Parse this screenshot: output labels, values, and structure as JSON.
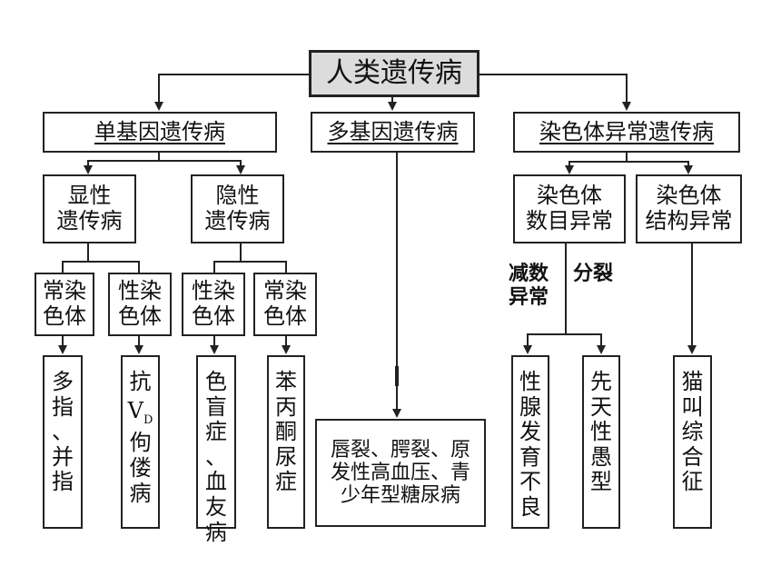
{
  "root": "人类遗传病",
  "categories": {
    "single_gene": "单基因遗传病",
    "multi_gene": "多基因遗传病",
    "chromosome": "染色体异常遗传病"
  },
  "single_gene": {
    "dominant": "显性\n遗传病",
    "recessive": "隐性\n遗传病",
    "dom_auto": "常染\n色体",
    "dom_sex": "性染\n色体",
    "rec_sex": "性染\n色体",
    "rec_auto": "常染\n色体",
    "ex1": "多指、并指",
    "ex2_pre": "抗",
    "ex2_v": "V",
    "ex2_d": "D",
    "ex2_post": "佝偻病",
    "ex3": "色盲症、血友病",
    "ex4": "苯丙酮尿症"
  },
  "multi_gene": {
    "examples": "唇裂、腭裂、原\n发性高血压、青\n少年型糖尿病"
  },
  "chromosome": {
    "number": "染色体\n数目异常",
    "structure": "染色体\n结构异常",
    "label_division": "减数\n异常",
    "label_split": "分裂",
    "ex1": "性腺发育不良",
    "ex2": "先天性愚型",
    "ex3": "猫叫综合征"
  }
}
